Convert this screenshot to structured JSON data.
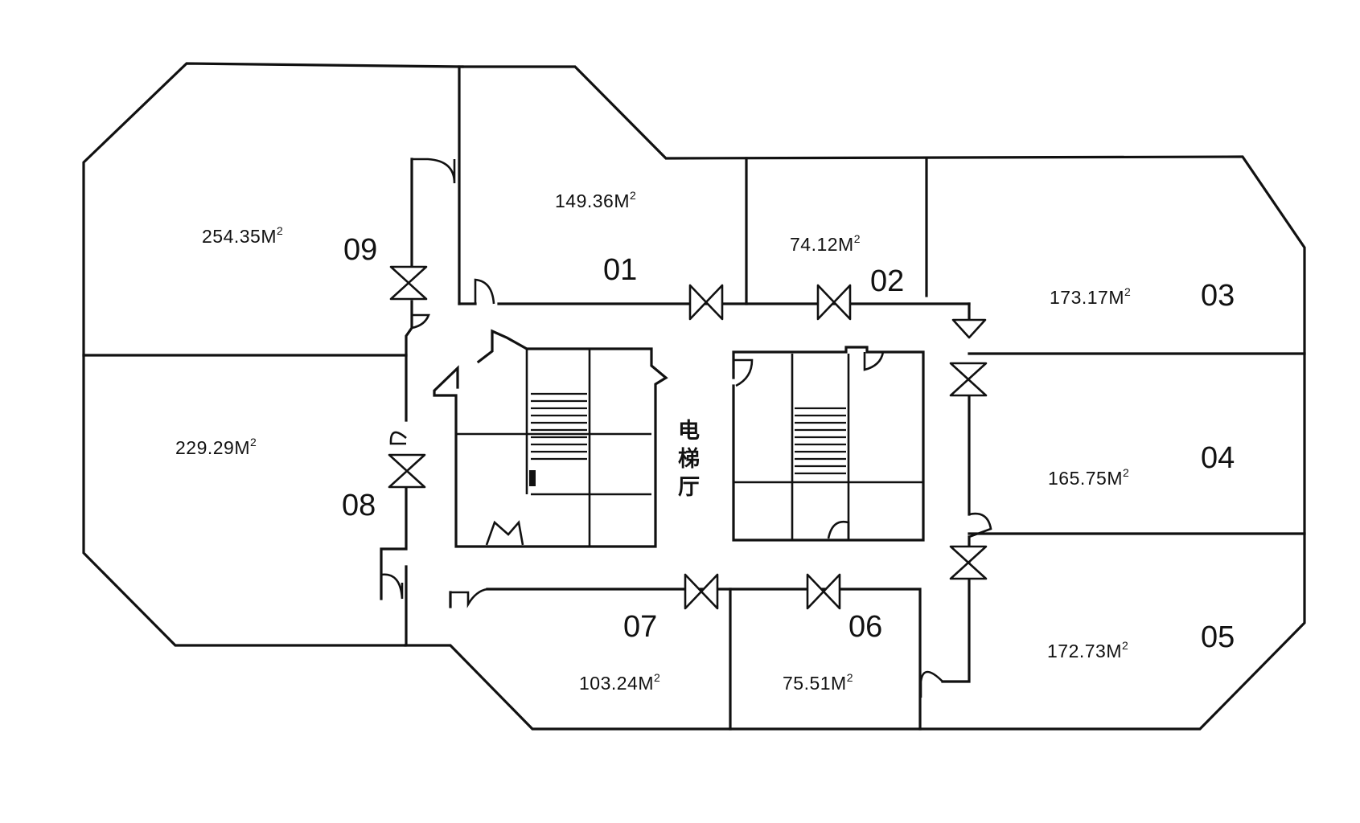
{
  "units": [
    {
      "id": "01",
      "area": "149.36M",
      "sup": "2"
    },
    {
      "id": "02",
      "area": "74.12M",
      "sup": "2"
    },
    {
      "id": "03",
      "area": "173.17M",
      "sup": "2"
    },
    {
      "id": "04",
      "area": "165.75M",
      "sup": "2"
    },
    {
      "id": "05",
      "area": "172.73M",
      "sup": "2"
    },
    {
      "id": "06",
      "area": "75.51M",
      "sup": "2"
    },
    {
      "id": "07",
      "area": "103.24M",
      "sup": "2"
    },
    {
      "id": "08",
      "area": "229.29M",
      "sup": "2"
    },
    {
      "id": "09",
      "area": "254.35M",
      "sup": "2"
    }
  ],
  "lobby": {
    "line1": "电",
    "line2": "梯",
    "line3": "厅"
  }
}
